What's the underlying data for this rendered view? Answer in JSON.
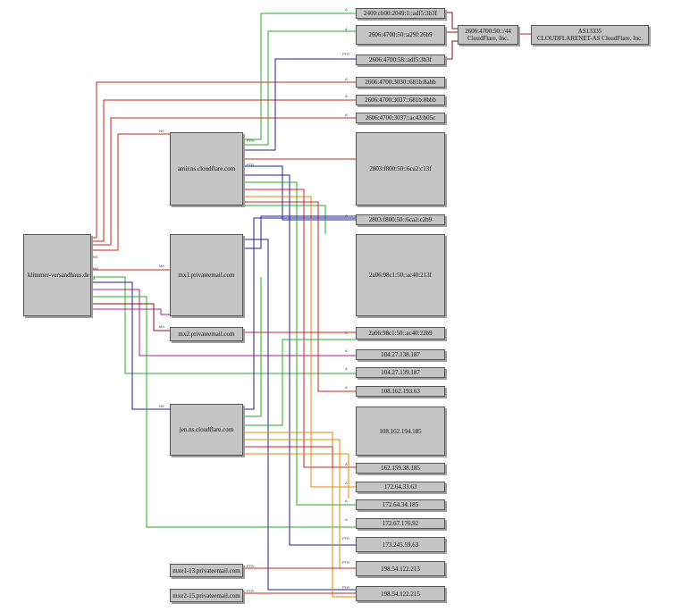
{
  "nodes": {
    "origin": "klimmer-versandhaus.de",
    "ns_amir": "amir.ns.cloudflare.com",
    "ns_jen": "jen.ns.cloudflare.com",
    "mx1": "mx1.privateemail.com",
    "mx2": "mx2.privateemail.com",
    "mxe1": "mxe1-13.privateemail.com",
    "mxe2": "mxe2-15.privateemail.com",
    "ip_2400": "2400:cb00:2049:1::adf5:3b3f",
    "ip_2606_29f": "2606:4700:50::a29f:26b9",
    "ip_2606_58": "2606:4700:58::adf5:3b3f",
    "ip_3030": "2606:4700:3030::681b:8abb",
    "ip_3037": "2606:4700:3037::681b:8bbb",
    "ip_3037b": "2606:4700:3037::ac43:b05c",
    "ip_2803_big": "2803:f800:50::6ca2:c13f",
    "ip_2803": "2803:f800:50::6ca2:c2b9",
    "ip_2a06_big": "2a06:98c1:50::ac40:213f",
    "ip_2a06": "2a06:98c1:50::ac40:22b9",
    "ip4_1": "104.27.138.187",
    "ip4_2": "104.27.139.187",
    "ip4_3": "108.162.193.63",
    "ip4_4": "108.162.194.185",
    "ip4_5": "162.159.38.185",
    "ip4_6": "172.64.33.63",
    "ip4_7": "172.64.34.185",
    "ip4_8": "172.67.176.92",
    "ip4_9": "173.245.59.63",
    "ip4_10": "198.54.122.213",
    "ip4_11": "198.54.122.215",
    "net": {
      "line1": "2606:4700:50::/44",
      "line2": "CloudFlare, Inc."
    },
    "asn": {
      "line1": "AS13335",
      "line2": "CLOUDFLARENET-AS CloudFlare, Inc."
    }
  },
  "edge_labels": {
    "a": "A",
    "ns": "NS",
    "mx": "MX",
    "ptr": "PTR"
  },
  "colors": {
    "node_fill": "#c4c4c4",
    "node_border": "#555555",
    "red": "#cc2222",
    "green": "#2aaa2a",
    "blue": "#22229a",
    "orange": "#e08a00",
    "magenta": "#b0208a",
    "darkred": "#8a1010"
  }
}
